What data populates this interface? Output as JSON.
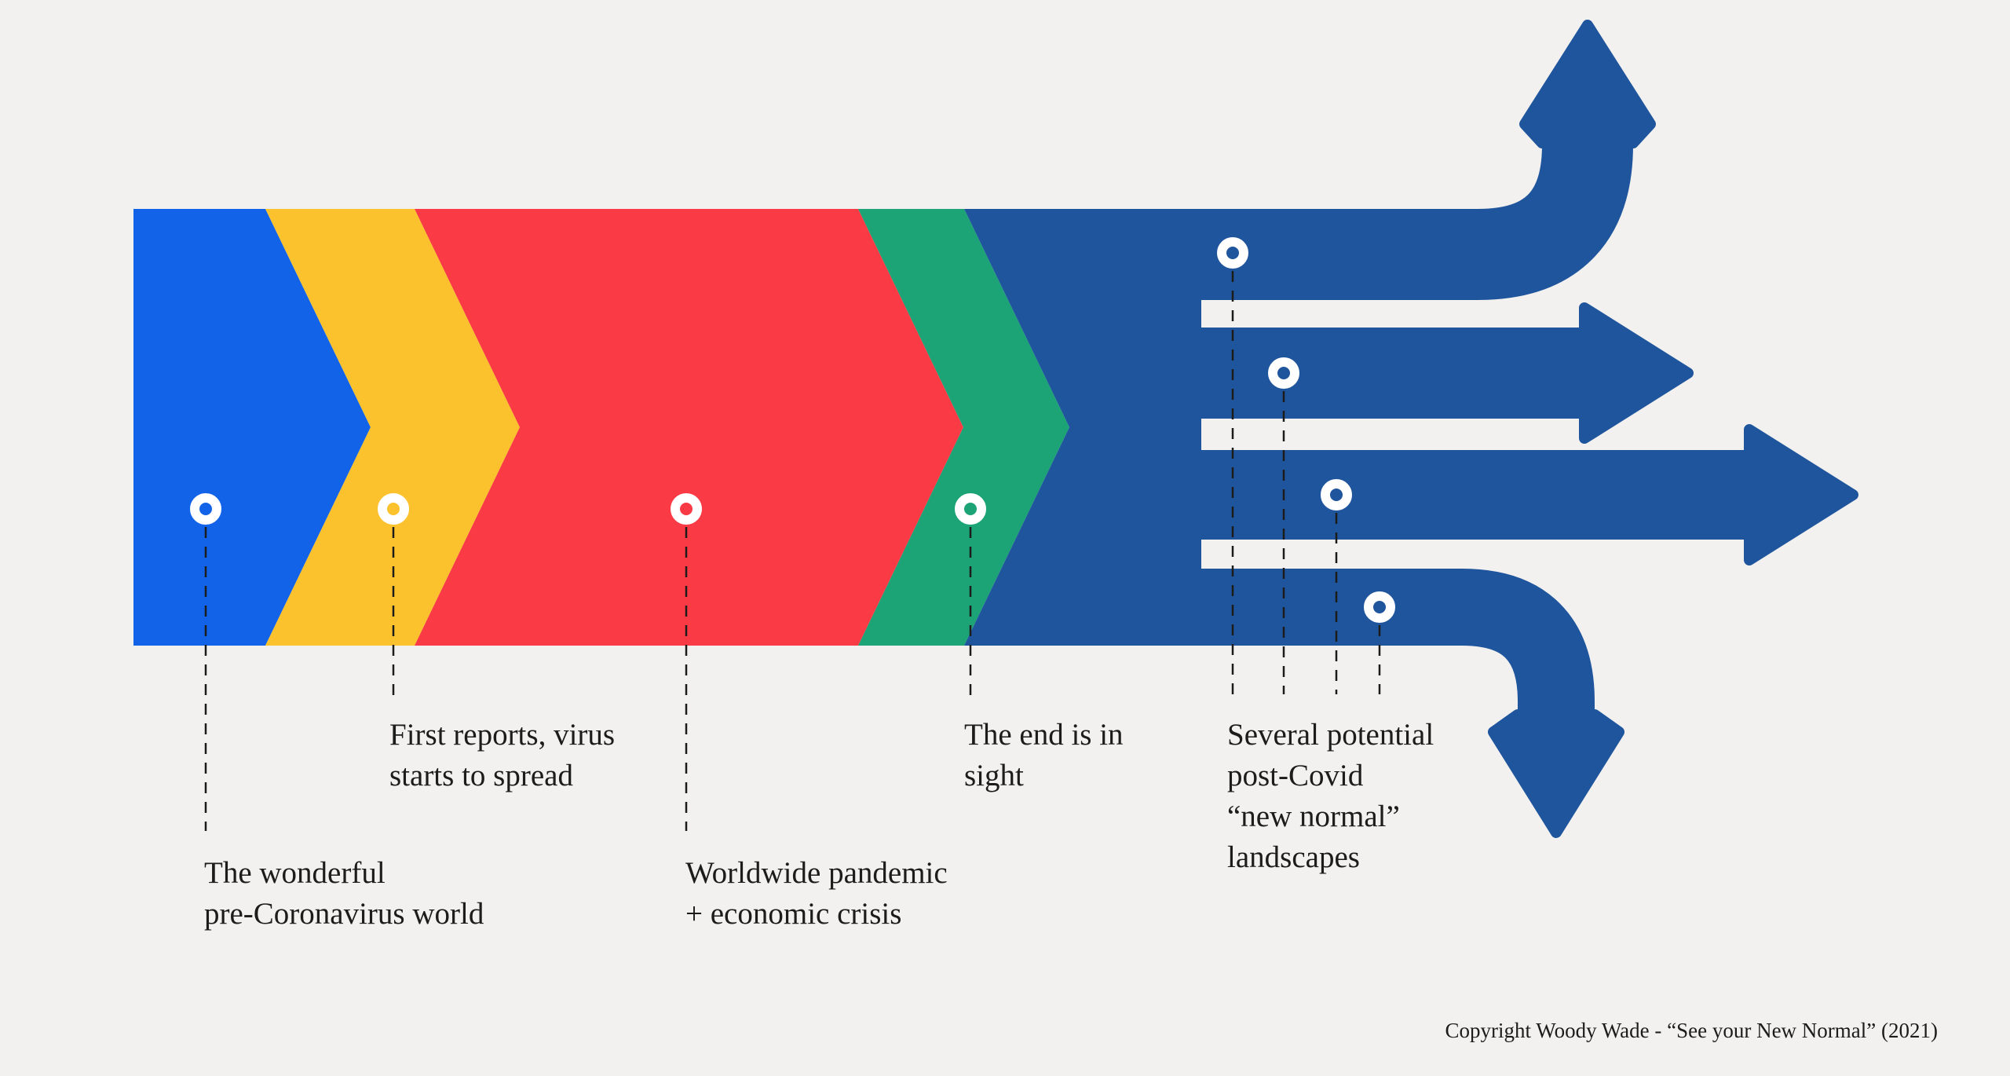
{
  "page": {
    "background": "#f2f1ef",
    "text_color": "#1c1c1b"
  },
  "marker": {
    "ring_color": "#ffffff",
    "leader_color": "#1c1c1b"
  },
  "stages": [
    {
      "id": "pre-coronavirus-world",
      "color": "#1363e8",
      "label_lines": [
        "The wonderful",
        "pre-Coronavirus world"
      ]
    },
    {
      "id": "first-reports",
      "color": "#fcc22e",
      "label_lines": [
        "First reports, virus",
        "starts to spread"
      ]
    },
    {
      "id": "worldwide-pandemic",
      "color": "#fa3a44",
      "label_lines": [
        "Worldwide pandemic",
        "+ economic crisis"
      ]
    },
    {
      "id": "end-in-sight",
      "color": "#1ca376",
      "label_lines": [
        "The end is in",
        "sight"
      ]
    },
    {
      "id": "post-covid-landscapes",
      "color": "#1f559d",
      "label_lines": [
        "Several potential",
        "post-Covid",
        "“new normal”",
        "landscapes"
      ]
    }
  ],
  "copyright": "Copyright Woody Wade - “See your New Normal” (2021)"
}
